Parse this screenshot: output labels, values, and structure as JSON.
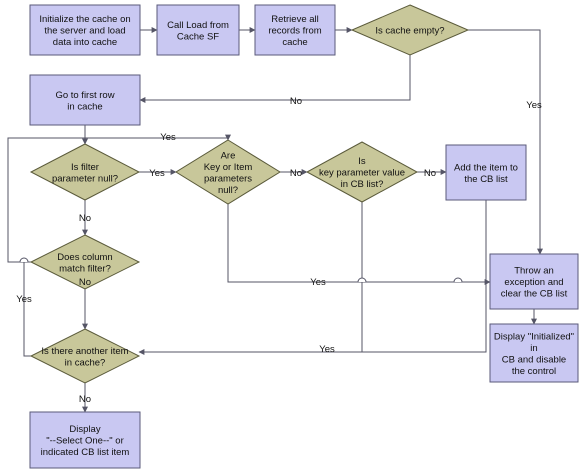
{
  "colors": {
    "process_fill": "#c9c8f2",
    "process_stroke": "#5a5a7a",
    "decision_fill": "#c8c79a",
    "decision_stroke": "#5a5a3a",
    "line": "#555566",
    "background": "#ffffff"
  },
  "nodes": {
    "init_cache": [
      "Initialize the cache on",
      "the server and load",
      "data into cache"
    ],
    "call_load": [
      "Call Load from",
      "Cache SF"
    ],
    "retrieve_records": [
      "Retrieve all",
      "records from",
      "cache"
    ],
    "is_cache_empty": [
      "Is cache empty?"
    ],
    "first_row": [
      "Go to first row",
      "in cache"
    ],
    "filter_null": [
      "Is filter",
      "parameter null?"
    ],
    "key_null": [
      "Are",
      "Key or Item",
      "parameters",
      "null?"
    ],
    "key_in_list": [
      "Is",
      "key parameter value",
      "in CB list?"
    ],
    "add_item": [
      "Add the item to",
      "the CB list"
    ],
    "column_match": [
      "Does column",
      "match filter?"
    ],
    "throw_exception": [
      "Throw an",
      "exception and",
      "clear the CB list"
    ],
    "display_initialized": [
      "Display \"Initialized\"",
      "in",
      "CB and disable",
      "the control"
    ],
    "another_item": [
      "Is there another item",
      "in cache?"
    ],
    "display_select": [
      "Display",
      "\"--Select One--\" or",
      "indicated CB list item"
    ]
  },
  "edge_labels": {
    "cache_empty_no": "No",
    "cache_empty_yes": "Yes",
    "filter_null_yes": "Yes",
    "loop_yes": "Yes",
    "key_null_no": "No",
    "key_in_list_no": "No",
    "filter_null_no": "No",
    "key_null_yes": "Yes",
    "key_in_list_yes": "Yes",
    "column_match_no": "No",
    "column_match_yes": "Yes",
    "another_item_no": "No"
  }
}
